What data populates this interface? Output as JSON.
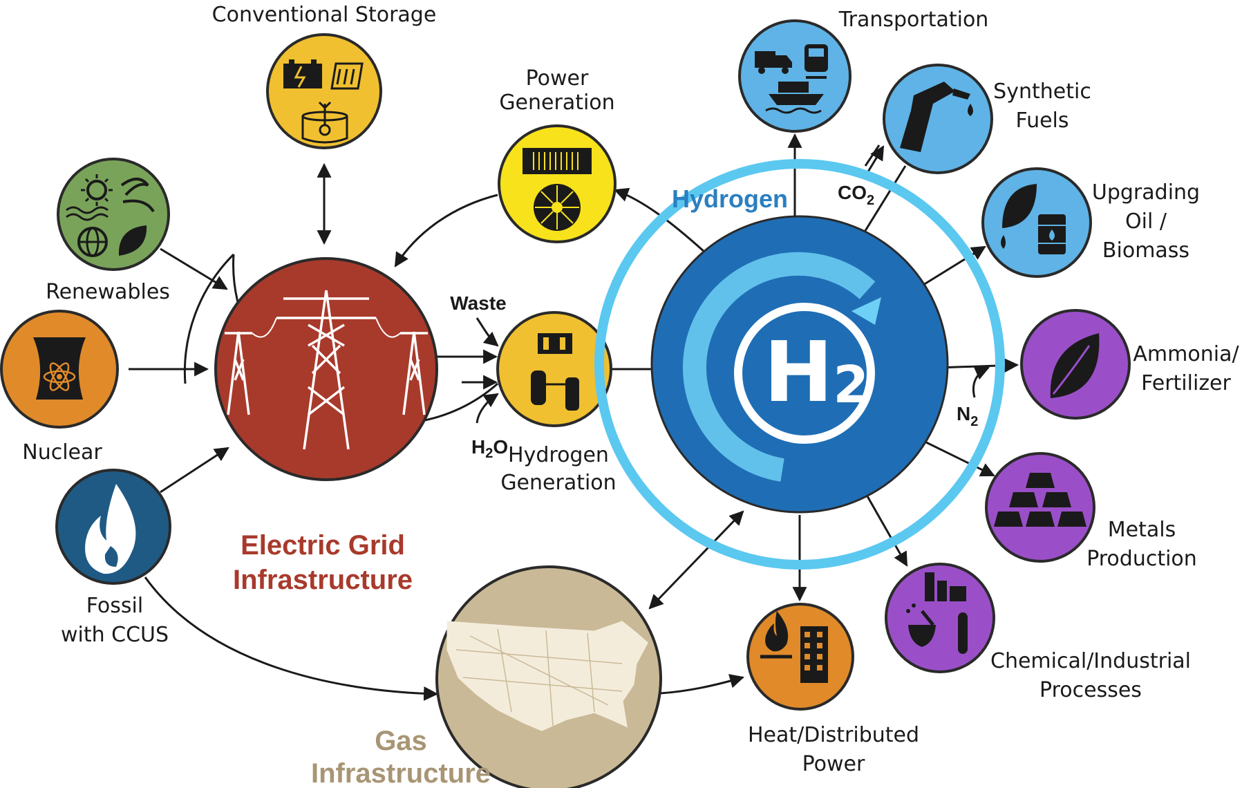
{
  "labels": {
    "conventional_storage": "Conventional Storage",
    "renewables": "Renewables",
    "nuclear": "Nuclear",
    "fossil_1": "Fossil",
    "fossil_2": "with CCUS",
    "power_gen_1": "Power",
    "power_gen_2": "Generation",
    "waste": "Waste",
    "h2o_main": "H",
    "h2o_sub": "2",
    "h2o_tail": "O",
    "hydrogen_gen_1": "Hydrogen",
    "hydrogen_gen_2": "Generation",
    "electric_grid_1": "Electric Grid",
    "electric_grid_2": "Infrastructure",
    "gas_1": "Gas",
    "gas_2": "Infrastructure",
    "hydrogen_title": "Hydrogen",
    "h2_logo_main": "H",
    "h2_logo_sub": "2",
    "co2_main": "CO",
    "co2_sub": "2",
    "n2_main": "N",
    "n2_sub": "2",
    "transportation": "Transportation",
    "synthetic_1": "Synthetic",
    "synthetic_2": "Fuels",
    "upgrading_1": "Upgrading",
    "upgrading_2": "Oil /",
    "upgrading_3": "Biomass",
    "ammonia_1": "Ammonia/",
    "ammonia_2": "Fertilizer",
    "metals_1": "Metals",
    "metals_2": "Production",
    "chemical_1": "Chemical/Industrial",
    "chemical_2": "Processes",
    "heat_1": "Heat/Distributed",
    "heat_2": "Power"
  },
  "colors": {
    "storage": "#f0c030",
    "renewables": "#7aa35a",
    "nuclear": "#e08a2a",
    "fossil": "#1e5a84",
    "power_gen": "#f7e21c",
    "hydrogen_gen": "#f0c030",
    "grid": "#a83a2c",
    "gas": "#c9b996",
    "h2_core": "#1f6eb5",
    "h2_ring": "#5bc8f0",
    "end_use_blue": "#5fb3e6",
    "end_use_purple": "#9a4fc8",
    "heat": "#e08a2a"
  },
  "icons": [
    "battery-icon",
    "hydro-dam-icon",
    "storage-tank-icon",
    "sun-icon",
    "wind-icon",
    "wave-icon",
    "globe-icon",
    "leaf-icon",
    "cooling-tower-icon",
    "atom-icon",
    "flame-icon",
    "fuel-cell-icon",
    "turbine-icon",
    "electrolyzer-icon",
    "reformer-icon",
    "transmission-tower-icon",
    "us-map-icon",
    "truck-icon",
    "train-icon",
    "ship-icon",
    "fuel-nozzle-icon",
    "oil-barrel-icon",
    "gold-bars-icon",
    "lab-flask-icon",
    "factory-icon",
    "building-icon"
  ]
}
